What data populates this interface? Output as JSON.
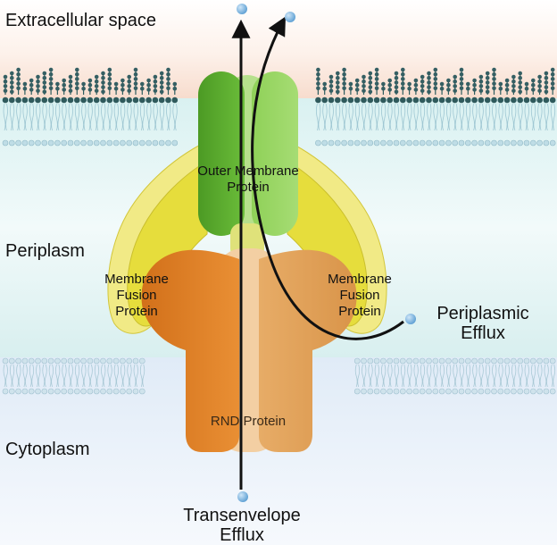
{
  "regions": {
    "extracellular": "Extracellular space",
    "periplasm": "Periplasm",
    "cytoplasm": "Cytoplasm"
  },
  "proteins": {
    "outer_membrane": [
      "Outer Membrane",
      "Protein"
    ],
    "fusion_left": [
      "Membrane",
      "Fusion",
      "Protein"
    ],
    "fusion_right": [
      "Membrane",
      "Fusion",
      "Protein"
    ],
    "rnd": "RND Protein"
  },
  "efflux": {
    "periplasmic": [
      "Periplasmic",
      "Efflux"
    ],
    "transenvelope": [
      "Transenvelope",
      "Efflux"
    ]
  },
  "colors": {
    "outer_membrane_protein": "#6bbd3a",
    "fusion_protein": "#e6dd3c",
    "rnd_protein_dark": "#e2872a",
    "rnd_protein_light": "#e9b06e",
    "substrate": "#7fb6e0"
  }
}
